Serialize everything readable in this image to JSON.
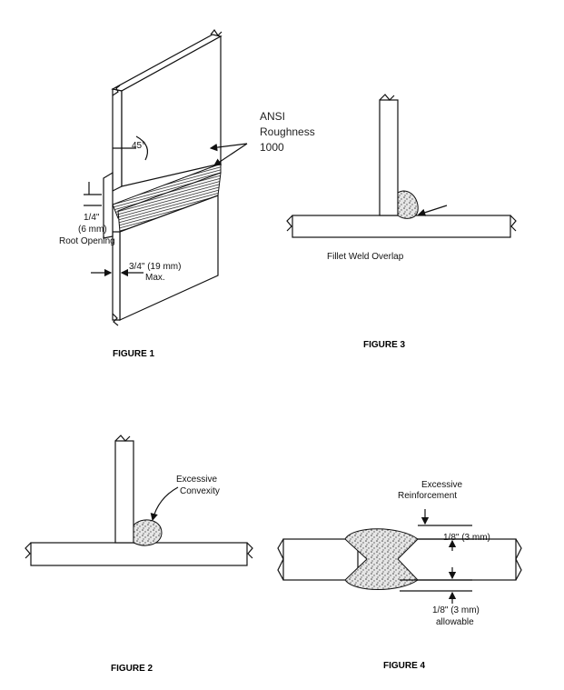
{
  "figure1": {
    "caption": "FIGURE 1",
    "angle_label": "45°",
    "roughness_line1": "ANSI",
    "roughness_line2": "Roughness",
    "roughness_line3": "1000",
    "opening_line1": "1/4\"",
    "opening_line2": "(6 mm)",
    "opening_line3": "Root Opening",
    "thickness_line1": "3/4\" (19 mm)",
    "thickness_line2": "Max."
  },
  "figure2": {
    "caption": "FIGURE 2",
    "label_line1": "Excessive",
    "label_line2": "Convexity"
  },
  "figure3": {
    "caption": "FIGURE 3",
    "label": "Fillet Weld Overlap"
  },
  "figure4": {
    "caption": "FIGURE 4",
    "label_line1": "Excessive",
    "label_line2": "Reinforcement",
    "top_dim": "1/8\" (3 mm)",
    "bottom_line1": "1/8\" (3 mm)",
    "bottom_line2": "allowable"
  },
  "colors": {
    "line": "#111111",
    "weld_fill": "#dddddd",
    "background": "#ffffff"
  }
}
